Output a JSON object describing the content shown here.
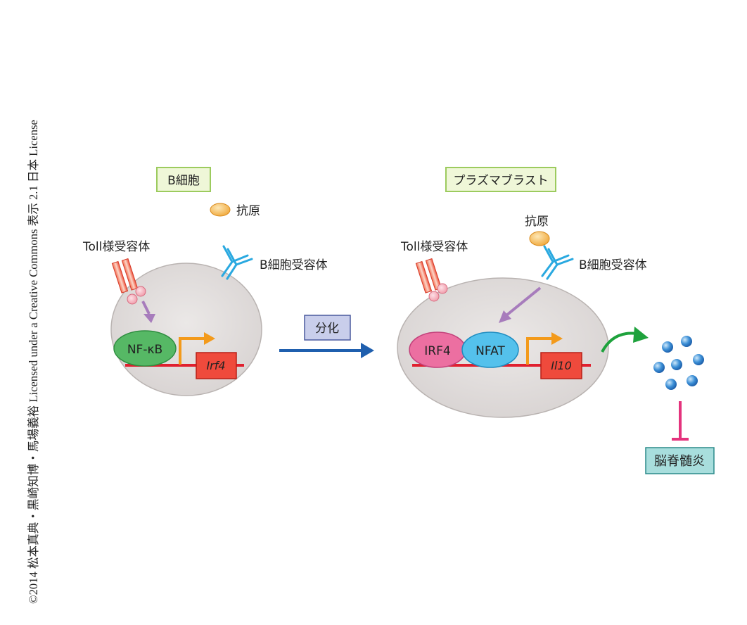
{
  "copyright": "©2014 松本真典・黒崎知博・馬場義裕 Licensed under a Creative Commons 表示 2.1 日本 License",
  "left_panel": {
    "title": "B細胞",
    "antigen_label": "抗原",
    "toll_label": "Toll様受容体",
    "bcr_label": "B細胞受容体",
    "tf_label": "NF-κB",
    "gene_label": "Irf4"
  },
  "transition": {
    "label": "分化"
  },
  "right_panel": {
    "title": "プラズマブラスト",
    "antigen_label": "抗原",
    "toll_label": "Toll様受容体",
    "bcr_label": "B細胞受容体",
    "tf1_label": "IRF4",
    "tf2_label": "NFAT",
    "gene_label": "Il10"
  },
  "outcome": {
    "label": "脳脊髄炎"
  },
  "colors": {
    "cell": "#e2dedd",
    "title_box": "#eff7d8",
    "title_border": "#9ccb5e",
    "dna": "#e0202f",
    "gene_box": "#ef4a3c",
    "arrow_purple": "#a77cbc",
    "arrow_orange": "#f39a1b",
    "nfkb": "#56b865",
    "irf4": "#ec6fa1",
    "nfat": "#54c1ec",
    "bcr": "#2aa9e0",
    "diff_arrow": "#1f5fae",
    "diff_box": "#c9ceeb",
    "green_arrow": "#1ea23c",
    "inhibit": "#e4337d",
    "outcome_box": "#a8dedd"
  }
}
